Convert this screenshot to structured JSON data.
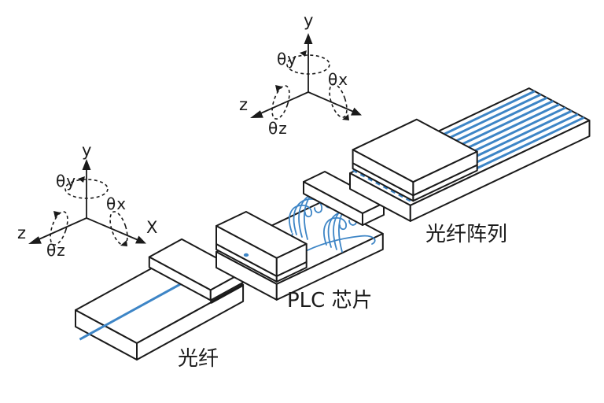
{
  "colors": {
    "background": "#ffffff",
    "outline": "#1a1a1a",
    "fiber_blue": "#3d85c6"
  },
  "axes_top": {
    "y_label": "y",
    "z_label": "z",
    "theta_y": "θy",
    "theta_x": "θx",
    "theta_z": "θz"
  },
  "axes_left": {
    "y_label": "y",
    "z_label": "z",
    "x_label": "X",
    "theta_y": "θy",
    "theta_x": "θx",
    "theta_z": "θz"
  },
  "components": {
    "fiber": {
      "label": "光纤"
    },
    "plc": {
      "label": "PLC 芯片"
    },
    "fiber_array": {
      "label": "光纤阵列"
    }
  }
}
